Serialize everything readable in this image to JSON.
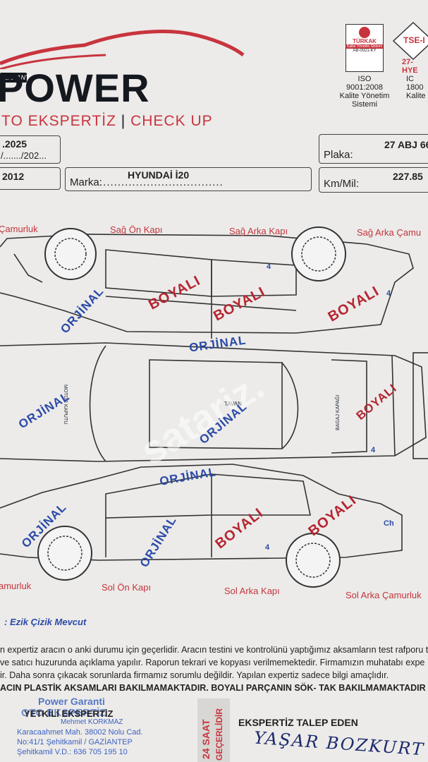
{
  "brand": {
    "garanti": "GARANTİ",
    "name": "POWER",
    "tagline_left": "TO EKSPERTİZ",
    "tagline_sep": "|",
    "tagline_right": "CHECK UP"
  },
  "certs": {
    "turkak_title": "TÜRKAK",
    "turkak_small": "Kalite Yönetim Sistemi",
    "turkak_code": "AB-0021-KY",
    "iso1_line1": "ISO",
    "iso1_line2": "9001:2008",
    "iso1_line3": "Kalite Yönetim",
    "iso1_line4": "Sistemi",
    "tse_label": "TSE-I",
    "tse_code": "27-HYE",
    "iso2_line1": "IC",
    "iso2_line2": "1800",
    "iso2_line3": "Kalite"
  },
  "form": {
    "date_value": ".2025",
    "date_blank": "/......./202...",
    "plaka_label": "Plaka:",
    "plaka_value": "27 ABJ 66",
    "year_value": "2012",
    "marka_label": "Marka:",
    "marka_dots": "..................................",
    "marka_value": "HYUNDAİ İ20",
    "km_label": "Km/Mil:",
    "km_value": "227.85"
  },
  "parts": {
    "sag_on_camurluk": "Çamurluk",
    "sag_on_kapi": "Sağ Ön Kapı",
    "sag_arka_kapi": "Sağ Arka Kapı",
    "sag_arka_camurluk": "Sağ Arka Çamu",
    "motor_kaputu": "MOTOR KAPUTU",
    "tavan": "TAVAN",
    "bagaj_kapagi": "BAGAJ KAPAĞI",
    "sol_on_camurluk": "amurluk",
    "sol_on_kapi": "Sol Ön Kapı",
    "sol_arka_kapi": "Sol Arka Kapı",
    "sol_arka_camurluk": "Sol Arka Çamurluk"
  },
  "stamps": {
    "orjinal": "ORJİNAL",
    "boyali": "BOYALI"
  },
  "marks": {
    "ch": "Ch",
    "four": "4"
  },
  "watermark": "satariz.",
  "notes": {
    "ezik": ": Ezik Çizik Mevcut",
    "line1": "n expertiz aracın o anki durumu için geçerlidir. Aracın testini ve kontrolünü yaptığımız aksamların test rafporu te",
    "line2": "ve satıcı huzurunda açıklama yapılır. Raporun tekrari ve kopyası verilmemektedir. Firmamızın muhatabı expe",
    "line3": "ir. Daha sonra çıkacak sorunlarda firmamız sorumlu değildir. Yapılan expertiz sadece bilgi amaçlıdır.",
    "line4": "ACIN PLASTİK AKSAMLARI BAKILMAMAKTADIR. BOYALI PARÇANIN SÖK- TAK BAKILMAMAKTADIR"
  },
  "footer": {
    "stamp_top": "Power Garanti",
    "stamp_mid": "OTO EKSPERTİZ",
    "yetkili": "YETKİLİ EKSPERTİZ",
    "name": "Mehmet KORKMAZ",
    "addr1": "Karacaahmet Mah. 38002 Nolu Cad.",
    "addr2": "No:41/1 Şehitkamil / GAZİANTEP",
    "addr3": "Şehitkamil V.D.: 636 705 195 10",
    "saat": "24 SAAT",
    "gecerli": "GEÇERLİDİR",
    "talep": "EKSPERTİZ TALEP EDEN",
    "signature": "YAŞAR BOZKURT"
  }
}
